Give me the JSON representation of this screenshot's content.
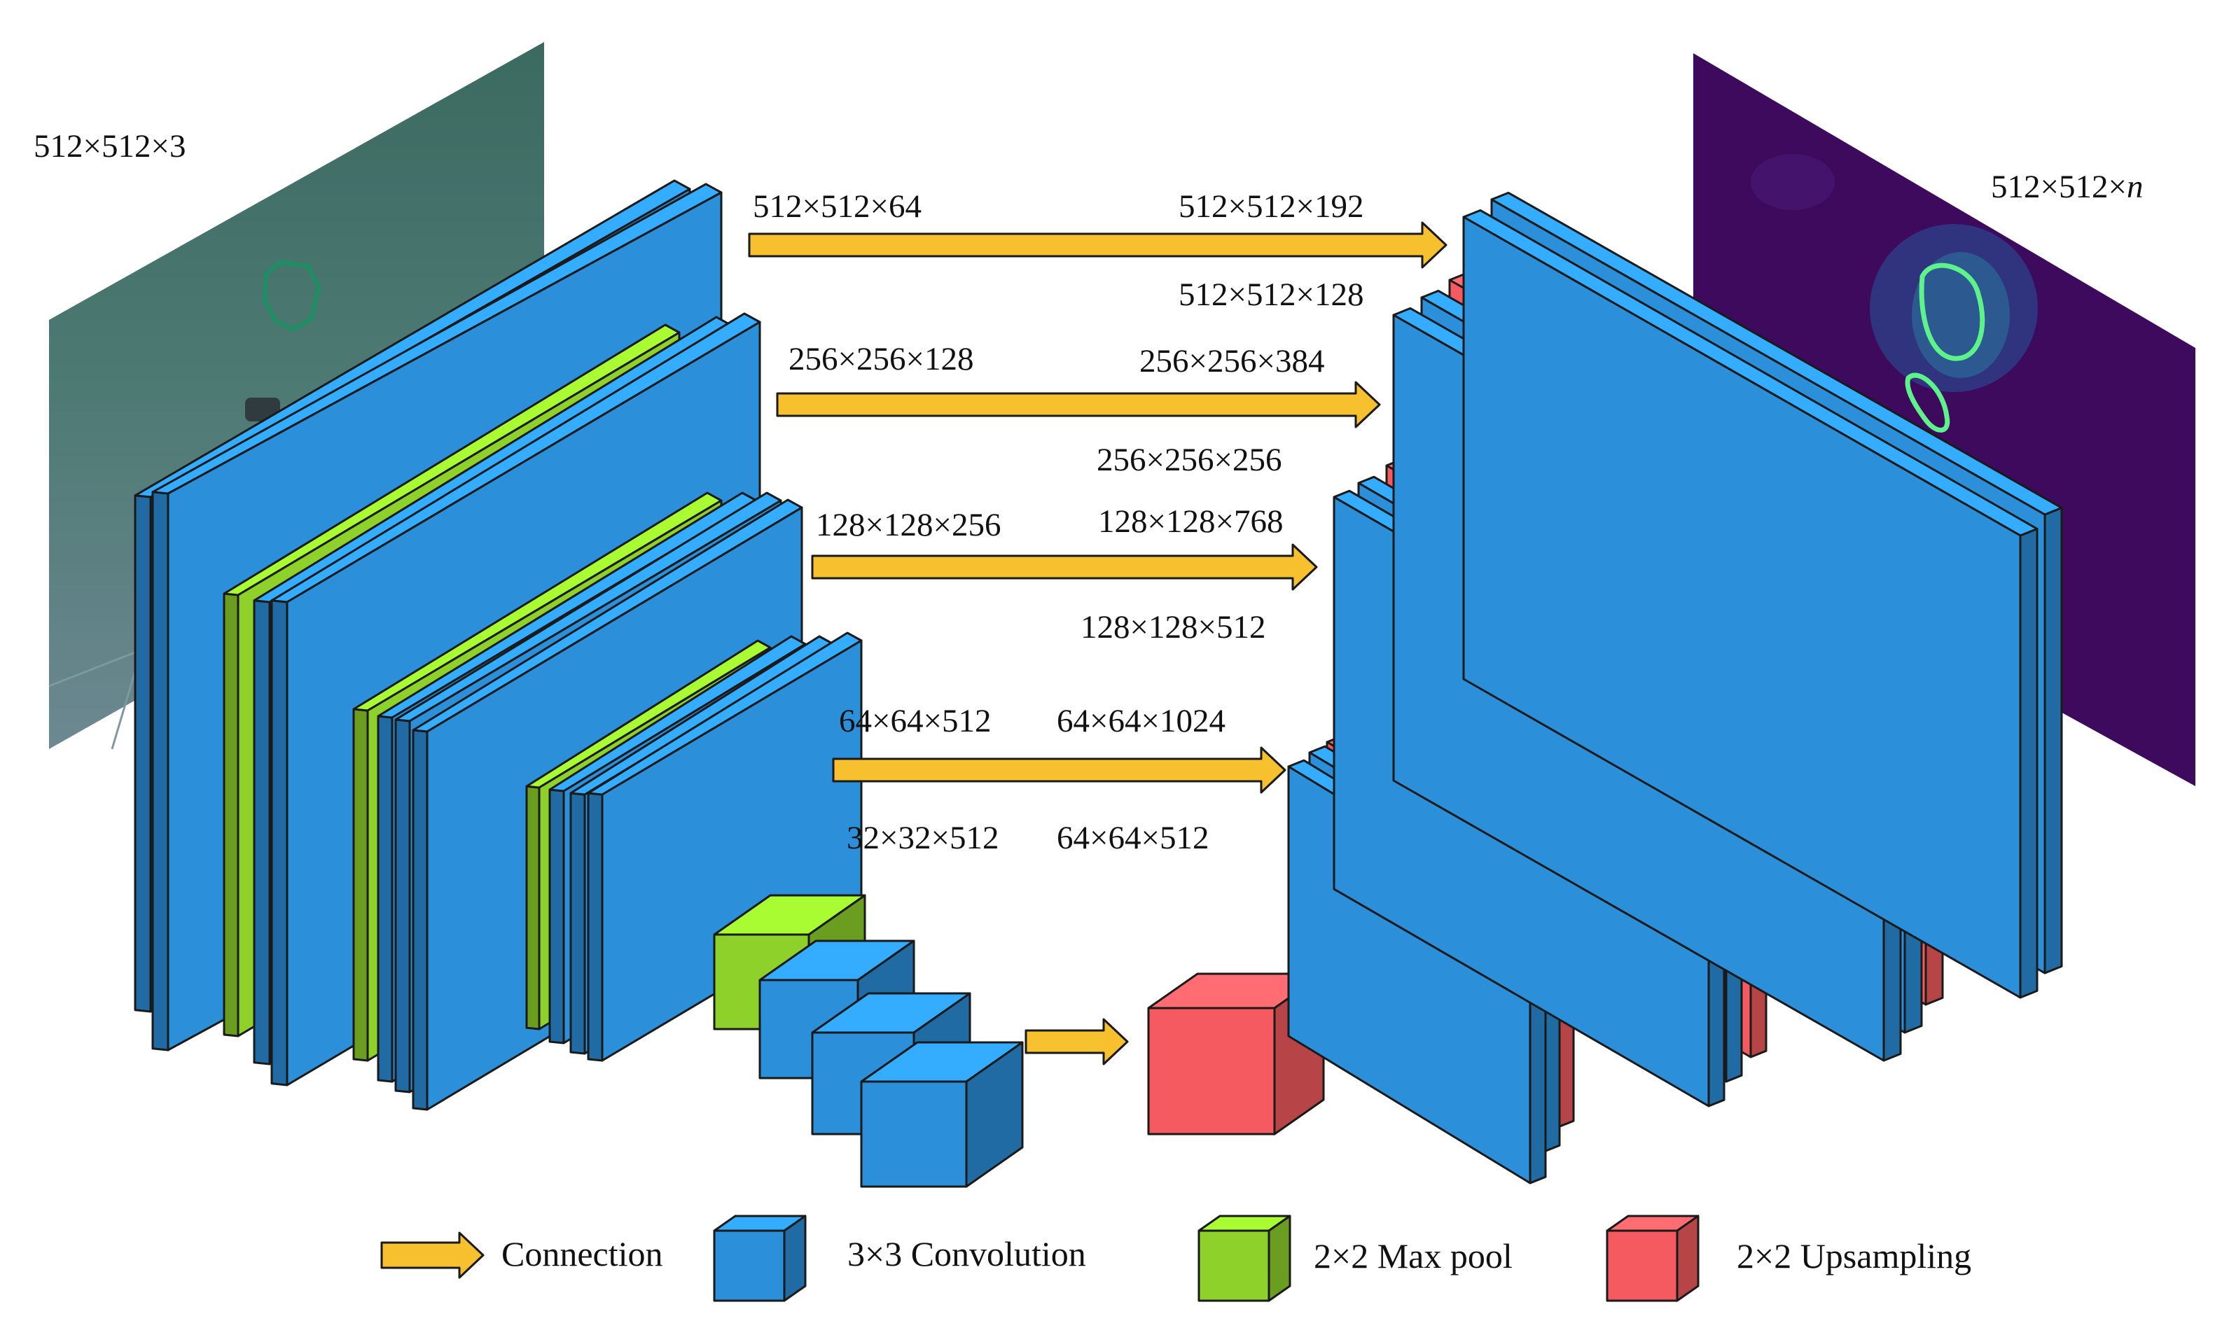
{
  "input_image": {
    "label": "512×512×3",
    "color": "#3f6a63"
  },
  "output_image": {
    "label_prefix": "512×512×",
    "label_var": "n",
    "color": "#3b0a5c"
  },
  "encoder_labels": [
    "512×512×64",
    "256×256×128",
    "128×128×256",
    "64×64×512",
    "32×32×512"
  ],
  "decoder_labels": {
    "concat": [
      "512×512×192",
      "256×256×384",
      "128×128×768",
      "64×64×1024"
    ],
    "upsampled": [
      "512×512×128",
      "256×256×256",
      "128×128×512",
      "64×64×512"
    ]
  },
  "legend": [
    {
      "label": "Connection",
      "icon": "arrow-icon"
    },
    {
      "label": "3×3 Convolution",
      "icon": "blue-cube-icon"
    },
    {
      "label": "2×2 Max pool",
      "icon": "green-cube-icon"
    },
    {
      "label": "2×2 Upsampling",
      "icon": "red-cube-icon"
    }
  ],
  "colors": {
    "convolution": "#2b8fd9",
    "maxpool": "#8dd12a",
    "upsampling": "#f45a5f",
    "connection": "#f7c02e"
  }
}
